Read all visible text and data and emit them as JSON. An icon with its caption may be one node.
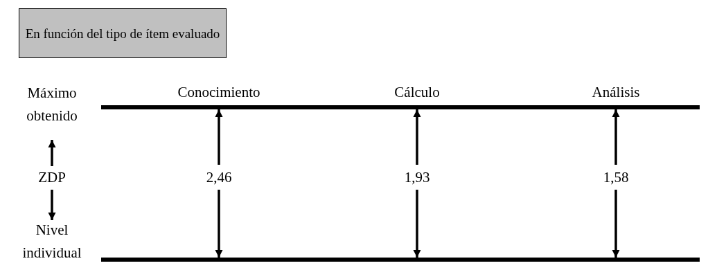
{
  "diagram": {
    "nodes": [
      {
        "text": [
          "En función del tipo de ítem evaluado"
        ]
      },
      {
        "text": [
          "Máximo obtenido"
        ]
      },
      {
        "text": [
          "ZDP"
        ]
      },
      {
        "text": [
          "Nivel individual"
        ]
      },
      {
        "text": [],
        "shape": "bar"
      },
      {
        "text": [],
        "shape": "bar"
      }
    ],
    "edges": [
      {
        "from": 2,
        "to": 1,
        "arrow": "to"
      },
      {
        "from": 2,
        "to": 3,
        "arrow": "to"
      },
      {
        "from": 4,
        "to": 5,
        "arrow": "both",
        "label": "2,46"
      },
      {
        "from": 4,
        "to": 5,
        "arrow": "both",
        "label": "1,93"
      },
      {
        "from": 4,
        "to": 5,
        "arrow": "both",
        "label": "1,58"
      }
    ],
    "labels": [
      "Conocimiento",
      "Cálculo",
      "Análisis"
    ]
  }
}
